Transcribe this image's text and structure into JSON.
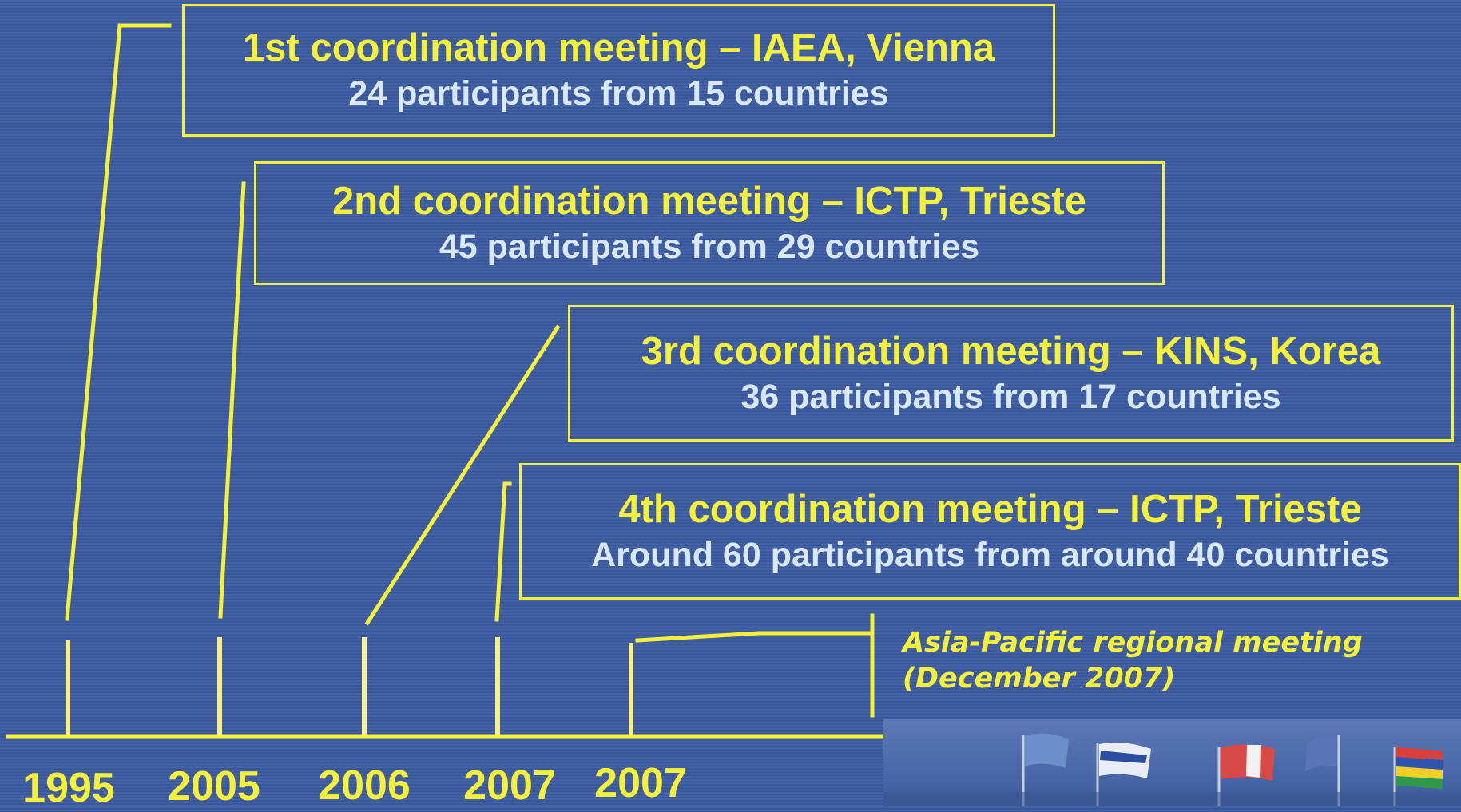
{
  "meetings": [
    {
      "title": "1st coordination meeting – IAEA, Vienna",
      "detail": "24 participants from 15 countries"
    },
    {
      "title": "2nd coordination meeting – ICTP, Trieste",
      "detail": "45 participants from 29 countries"
    },
    {
      "title": "3rd coordination meeting – KINS, Korea",
      "detail": "36 participants from 17 countries"
    },
    {
      "title": "4th coordination meeting – ICTP, Trieste",
      "detail": "Around 60 participants from around 40 countries"
    }
  ],
  "years": [
    "1995",
    "2005",
    "2006",
    "2007",
    "2007"
  ],
  "regional_meeting": {
    "line1": "Asia-Pacific regional meeting",
    "line2": "(December 2007)"
  },
  "photo": {
    "content": "flags"
  },
  "colors": {
    "background": "#3a5aa0",
    "accent": "#f5f03a",
    "detail_text": "#d8e8ff"
  }
}
